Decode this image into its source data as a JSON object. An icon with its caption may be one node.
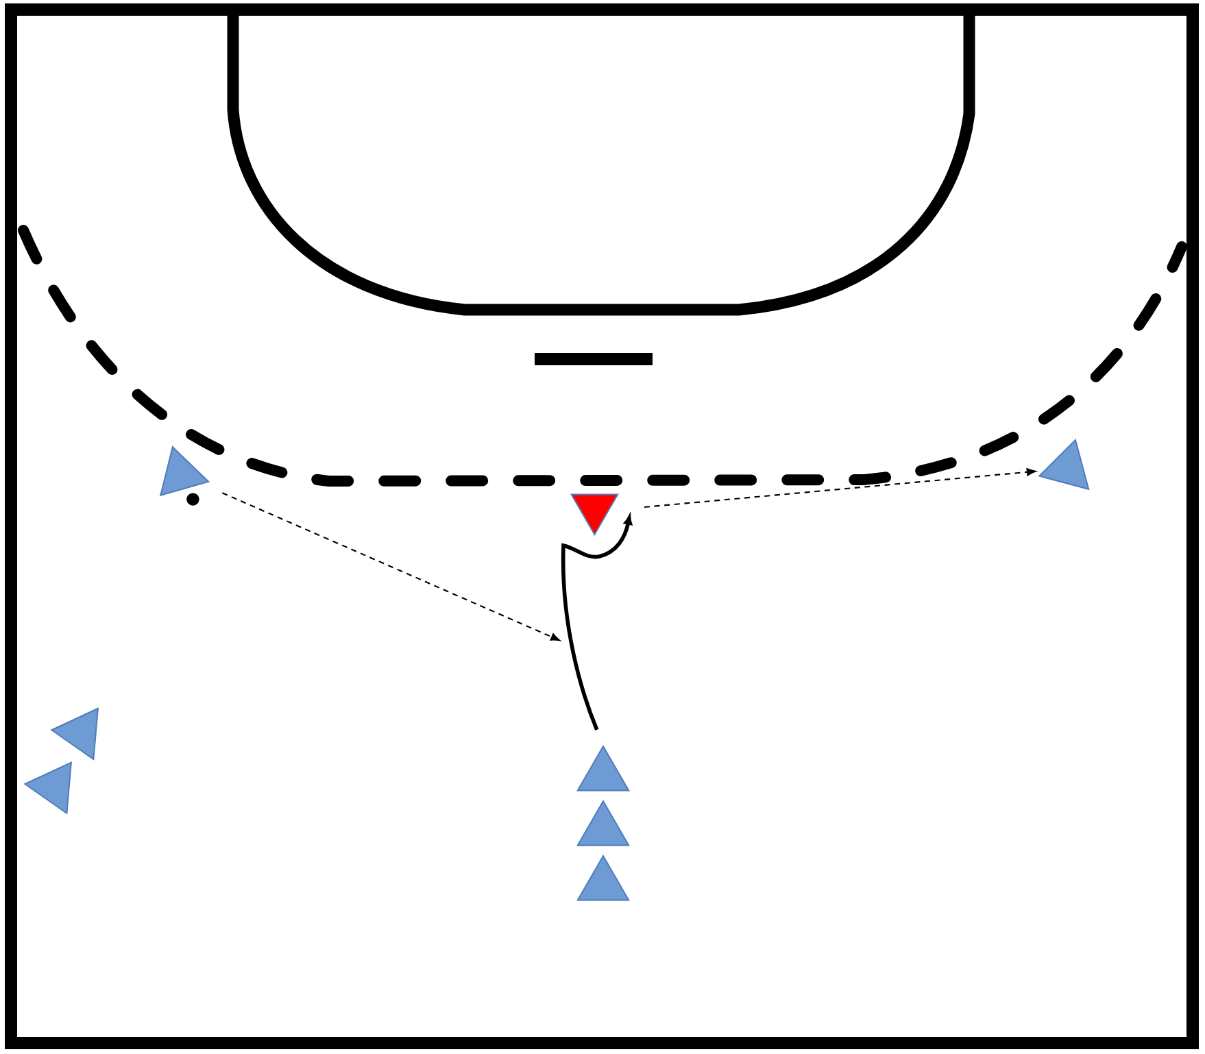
{
  "diagram": {
    "nodes": [
      {
        "text": [],
        "shape": "triangle"
      },
      {
        "text": [],
        "shape": "triangle"
      },
      {
        "text": [],
        "shape": "triangle"
      },
      {
        "text": [],
        "shape": "triangle"
      },
      {
        "text": [],
        "shape": "triangle"
      },
      {
        "text": [],
        "shape": "triangle"
      },
      {
        "text": [],
        "shape": "triangle"
      },
      {
        "text": [],
        "shape": "triangle"
      }
    ],
    "edges": [
      {
        "from": 0,
        "to": null,
        "arrow": "to",
        "style": "dashed"
      },
      {
        "from": 5,
        "to": null,
        "arrow": "to",
        "style": "thick"
      },
      {
        "from": null,
        "to": 2,
        "arrow": "to",
        "style": "dashed"
      }
    ]
  }
}
